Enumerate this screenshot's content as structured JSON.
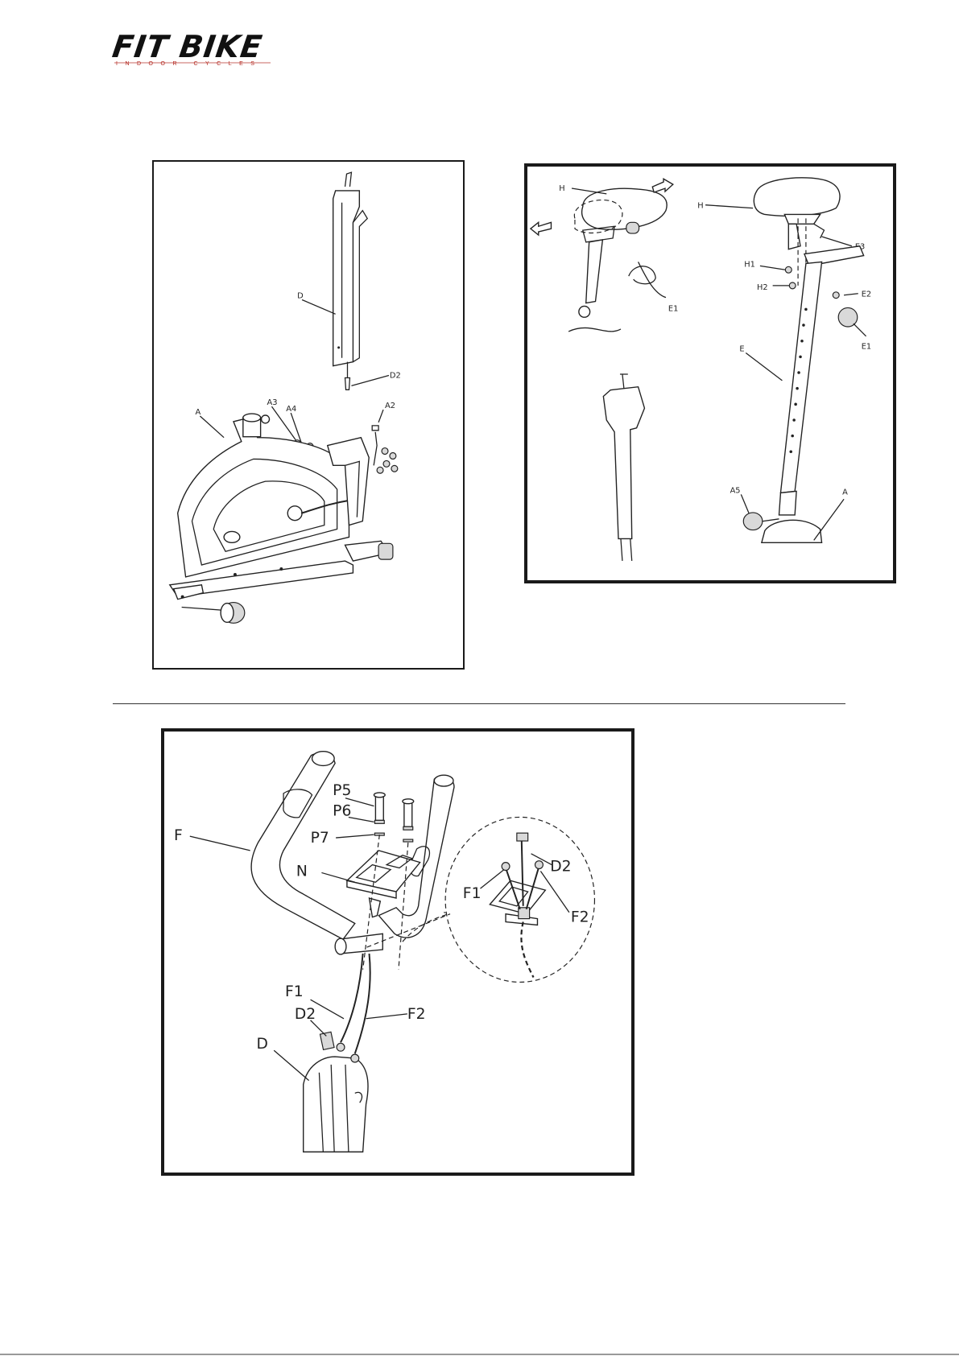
{
  "header": {
    "logo_text": "FIT BIKE",
    "logo_tagline": "INDOOR CYCLES"
  },
  "figure_1": {
    "labels": {
      "D": "D",
      "D2": "D2",
      "A": "A",
      "A2": "A2",
      "A3": "A3",
      "A4": "A4"
    }
  },
  "figure_2": {
    "labels": {
      "H_left": "H",
      "H_right": "H",
      "E1_left": "E1",
      "E1_right": "E1",
      "E": "E",
      "E2": "E2",
      "E3": "E3",
      "H1": "H1",
      "H2": "H2",
      "A5": "A5",
      "A": "A"
    }
  },
  "figure_3": {
    "labels": {
      "F": "F",
      "N": "N",
      "P5": "P5",
      "P6": "P6",
      "P7": "P7",
      "F1_main": "F1",
      "F2_main": "F2",
      "D2_main": "D2",
      "D": "D",
      "D2_detail": "D2",
      "F1_detail": "F1",
      "F2_detail": "F2"
    }
  }
}
